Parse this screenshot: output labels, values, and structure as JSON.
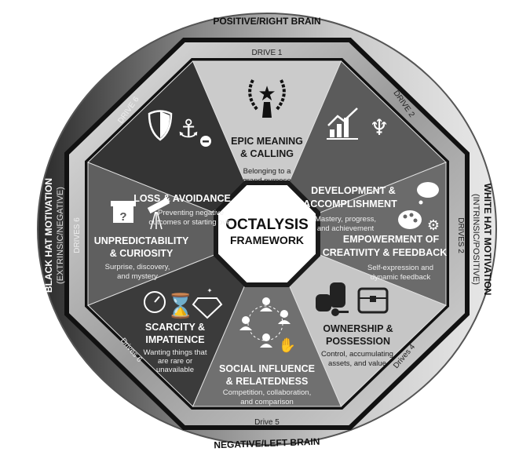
{
  "outer": {
    "top": "POSITIVE/RIGHT BRAIN",
    "bottom": "NEGATIVE/LEFT BRAIN",
    "left_title": "BLACK HAT MOTIVATION",
    "left_sub": "(EXTRINSIC/NEGATIVE)",
    "right_title": "WHITE HAT MOTIVATION",
    "right_sub": "(INTRINSIC/POSITIVE)"
  },
  "ring_labels": {
    "top": "DRIVE 1",
    "top_right": "DRIVE 2",
    "right": "DRIVES 2",
    "bottom_right": "Drives 4",
    "bottom": "Drive 5",
    "bottom_left": "Drives 6",
    "left": "DRIVES 6",
    "top_left": "DRIVE 6"
  },
  "center": {
    "line1": "OCTALYSIS",
    "line2": "FRAMEWORK"
  },
  "segments": [
    {
      "title": [
        "EPIC MEANING",
        "& CALLING"
      ],
      "desc": [
        "Belonging to a",
        "grand purpose"
      ],
      "color": "#cbcbcb",
      "text_color": "#1a1a1a",
      "icons": [
        "laurel-star-icon"
      ]
    },
    {
      "title": [
        "DEVELOPMENT &",
        "ACCOMPLISHMENT"
      ],
      "desc": [
        "Mastery, progress,",
        "and achievement"
      ],
      "color": "#5b5b5b",
      "text_color": "#ffffff",
      "icons": [
        "growth-chart-icon",
        "trophy-icon"
      ]
    },
    {
      "title": [
        "EMPOWERMENT OF",
        "CREATIVITY & FEEDBACK"
      ],
      "desc": [
        "Self-expression and",
        "dynamic feedback"
      ],
      "color": "#6b6b6b",
      "text_color": "#ffffff",
      "icons": [
        "palette-icon",
        "thought-cloud-icon",
        "gear-icon"
      ]
    },
    {
      "title": [
        "OWNERSHIP &",
        "POSSESSION"
      ],
      "desc": [
        "Control, accumulating",
        "assets, and value"
      ],
      "color": "#c6c6c6",
      "text_color": "#1a1a1a",
      "icons": [
        "coins-key-icon",
        "treasure-chest-icon"
      ]
    },
    {
      "title": [
        "SOCIAL INFLUENCE",
        "& RELATEDNESS"
      ],
      "desc": [
        "Competition, collaboration,",
        "and comparison"
      ],
      "color": "#707070",
      "text_color": "#ffffff",
      "icons": [
        "people-network-icon",
        "thumbs-up-icon"
      ]
    },
    {
      "title": [
        "SCARCITY &",
        "IMPATIENCE"
      ],
      "desc": [
        "Wanting things that",
        "are rare or",
        "unavailable"
      ],
      "color": "#3b3b3b",
      "text_color": "#ffffff",
      "icons": [
        "clock-icon",
        "hourglass-icon",
        "diamond-icon"
      ]
    },
    {
      "title": [
        "UNPREDICTABILITY",
        "& CURIOSITY"
      ],
      "desc": [
        "Surprise, discovery,",
        "and mystery"
      ],
      "color": "#5f5f5f",
      "text_color": "#ffffff",
      "icons": [
        "mystery-gift-icon",
        "telescope-icon"
      ]
    },
    {
      "title": [
        "LOSS & AVOIDANCE"
      ],
      "desc": [
        "Preventing negative",
        "outcomes or starting over"
      ],
      "color": "#343434",
      "text_color": "#ffffff",
      "icons": [
        "shield-icon",
        "anchor-minus-icon"
      ]
    }
  ]
}
